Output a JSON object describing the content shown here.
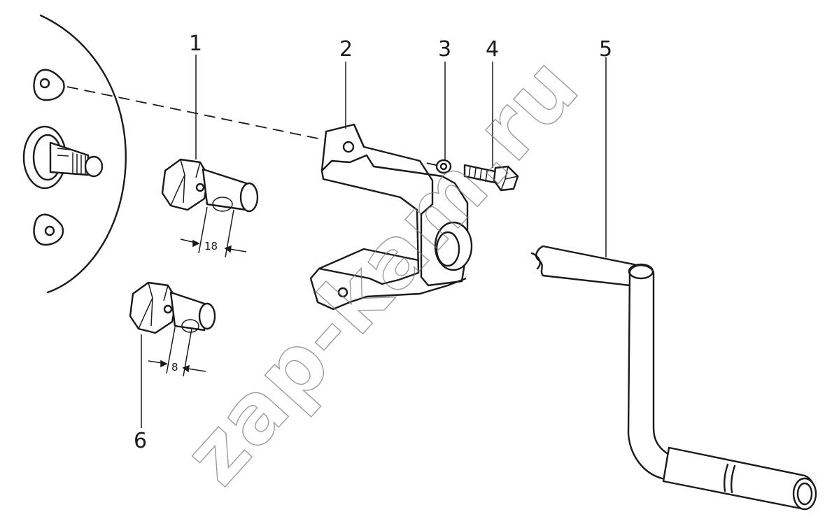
{
  "callouts": {
    "c1": "1",
    "c2": "2",
    "c3": "3",
    "c4": "4",
    "c5": "5",
    "c6": "6"
  },
  "dimensions": {
    "nut1_width": "18",
    "nut6_width": "8"
  },
  "watermark": "zap-kam.ru",
  "colors": {
    "line": "#1a1a1a",
    "background": "#ffffff",
    "watermark": "#7a7a7a"
  }
}
